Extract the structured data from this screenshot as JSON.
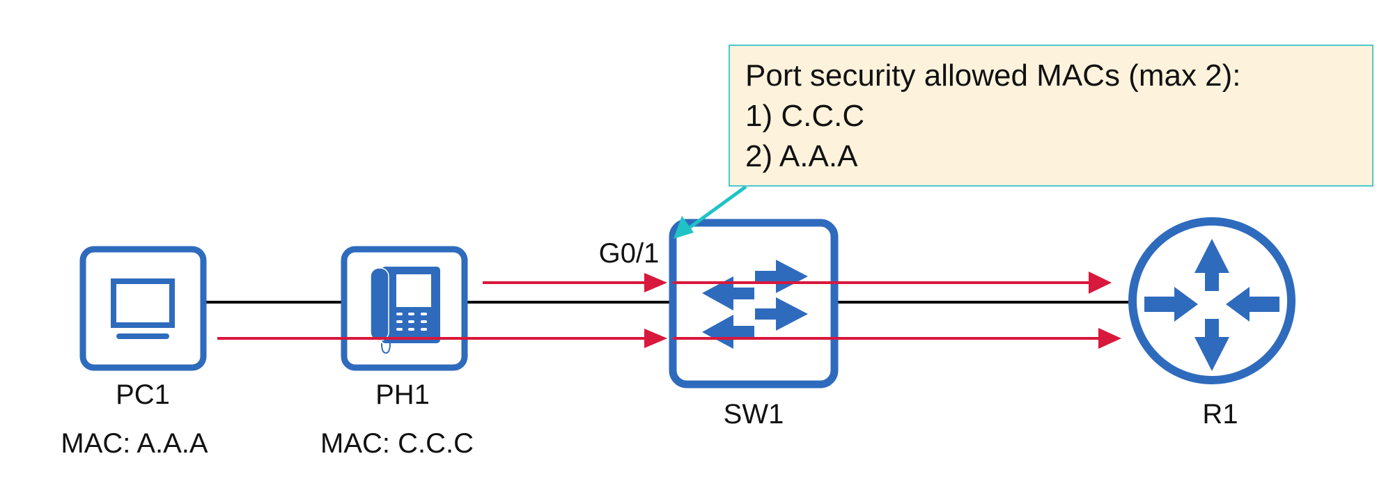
{
  "callout": {
    "title": "Port security allowed MACs (max 2):",
    "items": [
      "1) C.C.C",
      "2) A.A.A"
    ],
    "border_color": "#4cc7c9",
    "background": "#fdf3dc"
  },
  "interface_label": "G0/1",
  "devices": [
    {
      "id": "PC1",
      "name": "PC1",
      "type": "pc",
      "mac": "MAC: A.A.A"
    },
    {
      "id": "PH1",
      "name": "PH1",
      "type": "ip-phone",
      "mac": "MAC: C.C.C"
    },
    {
      "id": "SW1",
      "name": "SW1",
      "type": "switch"
    },
    {
      "id": "R1",
      "name": "R1",
      "type": "router"
    }
  ],
  "colors": {
    "device_blue": "#2f6bbd",
    "traffic_red": "#d8183c",
    "link_black": "#000000",
    "pointer_teal": "#1fc3c6"
  }
}
